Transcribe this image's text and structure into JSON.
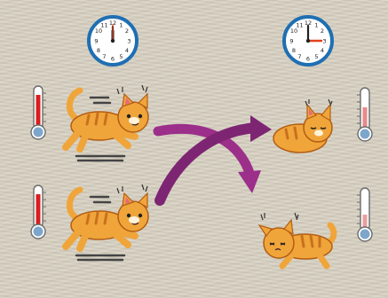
{
  "scene": {
    "colors": {
      "background": "#d9d2c3",
      "cat_fur": "#f0a53a",
      "cat_stripes": "#c9701f",
      "arrow": "#9b2f8a",
      "clock_rim": "#1f6fb2",
      "thermo_hot": "#d81e1e",
      "thermo_cool": "#e98a8a"
    },
    "clocks": [
      {
        "name": "start-clock",
        "time": "12:00"
      },
      {
        "name": "end-clock",
        "time": "3:00"
      }
    ],
    "thermometers": [
      {
        "name": "runner-top",
        "level": 0.75
      },
      {
        "name": "runner-bottom",
        "level": 0.75
      },
      {
        "name": "resting-cat",
        "level": 0.45
      },
      {
        "name": "exhausted-cat",
        "level": 0.25
      }
    ],
    "icons": [
      "clock-icon",
      "thermometer-icon",
      "running-cat",
      "resting-cat",
      "exhausted-cat",
      "crossing-arrows"
    ]
  }
}
